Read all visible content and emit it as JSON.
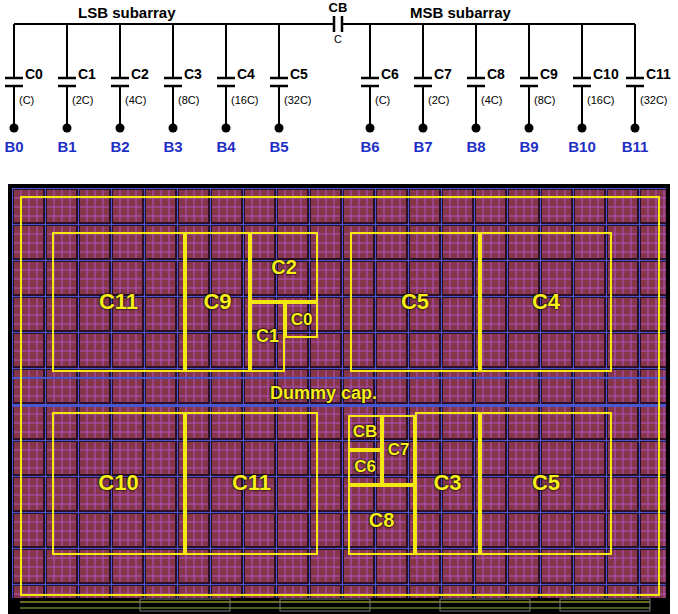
{
  "diagram": {
    "nodes": [
      {
        "text": [
          "Dummy cap."
        ]
      },
      {
        "text": [
          "C11"
        ],
        "in": 0
      },
      {
        "text": [
          "C9"
        ],
        "in": 0
      },
      {
        "text": [
          "C2"
        ],
        "in": 0
      },
      {
        "text": [
          "C1"
        ],
        "in": 0
      },
      {
        "text": [
          "C0"
        ],
        "in": 0
      },
      {
        "text": [
          "C5"
        ],
        "in": 0
      },
      {
        "text": [
          "C4"
        ],
        "in": 0
      },
      {
        "text": [
          "C10"
        ],
        "in": 0
      },
      {
        "text": [
          "C11"
        ],
        "in": 0
      },
      {
        "text": [
          "CB"
        ],
        "in": 0
      },
      {
        "text": [
          "C6"
        ],
        "in": 0
      },
      {
        "text": [
          "C7"
        ],
        "in": 0
      },
      {
        "text": [
          "C8"
        ],
        "in": 0
      },
      {
        "text": [
          "C3"
        ],
        "in": 0
      },
      {
        "text": [
          "C5"
        ],
        "in": 0
      }
    ],
    "labels": [
      "LSB subarray",
      "CB",
      "C",
      "MSB subarray",
      "C0",
      "(C)",
      "B0",
      "C1",
      "(2C)",
      "B1",
      "C2",
      "(4C)",
      "B2",
      "C3",
      "(8C)",
      "B3",
      "C4",
      "(16C)",
      "B4",
      "C5",
      "(32C)",
      "B5",
      "C6",
      "(C)",
      "B6",
      "C7",
      "(2C)",
      "B7",
      "C8",
      "(4C)",
      "B8",
      "C9",
      "(8C)",
      "B9",
      "C10",
      "(16C)",
      "B10",
      "C11",
      "(32C)",
      "B11"
    ]
  }
}
